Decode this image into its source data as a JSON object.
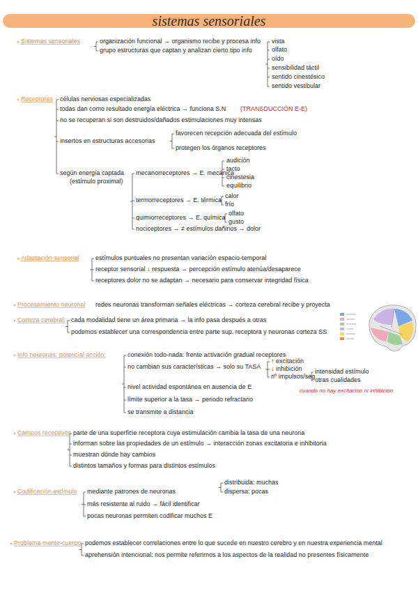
{
  "diagram": {
    "title": "sistemas sensoriales",
    "labels": [
      "Sistemas sensoriales",
      "organización funcional → organismo recibe y procesa info",
      "grupo estructuras que captan y analizan cierto tipo info",
      "vista",
      "olfato",
      "oído",
      "sensibilidad táctil",
      "sentido cinestésico",
      "sentido vestibular",
      "Receptores",
      "células nerviosas especializadas",
      "todas dan como resultado energía eléctrica → funciona S.N",
      "(TRANSDUCCIÓN E-E)",
      "no se recuperan si son destruidos/dañados estimulaciones muy intensas",
      "insertos en estructuras accesorias",
      "favorecen recepción adecuada del estímulo",
      "protegen los órganos receptores",
      "según energía captada",
      "(estímulo proximal)",
      "mecanorreceptores → E. mecánica",
      "audición",
      "tacto",
      "cinestesia",
      "equilibrio",
      "termorreceptores → E. térmica",
      "calor",
      "frío",
      "quimiorreceptores → E. química",
      "olfato",
      "gusto",
      "nociceptores → ≠ estímulos dañinos → dolor",
      "Adaptación sensorial",
      "estímulos puntuales no presentan variación espacio-temporal",
      "receptor sensorial ↓ respuesta → percepción estímulo atenúa/desaparece",
      "receptores dolor no se adaptan → necesario para conservar integridad física",
      "Procesamiento neuronal",
      "redes neuronas transforman señales eléctricas → corteza cerebral recibe y proyecta",
      "Corteza cerebral:",
      "cada modalidad tiene un área primaria → la info pasa después a otras",
      "podemos establecer una correspondencia entre parte sup. receptora y neuronas corteza SS",
      "Info neuronas: potencial acción:",
      "conexión todo-nada: frente activación gradual receptores",
      "no cambian sus características → solo su TASA",
      "↑ excitación",
      "↓ inhibición",
      "nº impulsos/seg",
      "intensidad estímulo",
      "otras cualidades",
      "cuando no hay excitación ni inhibición",
      "nivel actividad espontánea en ausencia de E",
      "límite superior a la tasa → periodo refractario",
      "se transmite a distancia",
      "Campos receptivos",
      "parte de una superficie receptora cuya estimulación cambia la tasa de una neurona",
      "informan sobre las propiedades de un estímulo → interacción zonas excitatoria e inhibitoria",
      "muestran dónde hay cambios",
      "distintos tamaños y formas para distintos estímulos",
      "Codificación estímulo",
      "mediante patrones de neuronas",
      "distribuida: muchas",
      "dispersa: pocas",
      "más resistente al ruido → fácil identificar",
      "pocas neuronas permiten codificar muchos E",
      "Problema mente-cuerpo",
      "podemos establecer correlaciones entre lo que sucede en nuestro cerebro y en nuestra experiencia mental",
      "aprehensión intencional: nos permite referirnos a los aspectos de la realidad no presentes físicamente"
    ]
  }
}
